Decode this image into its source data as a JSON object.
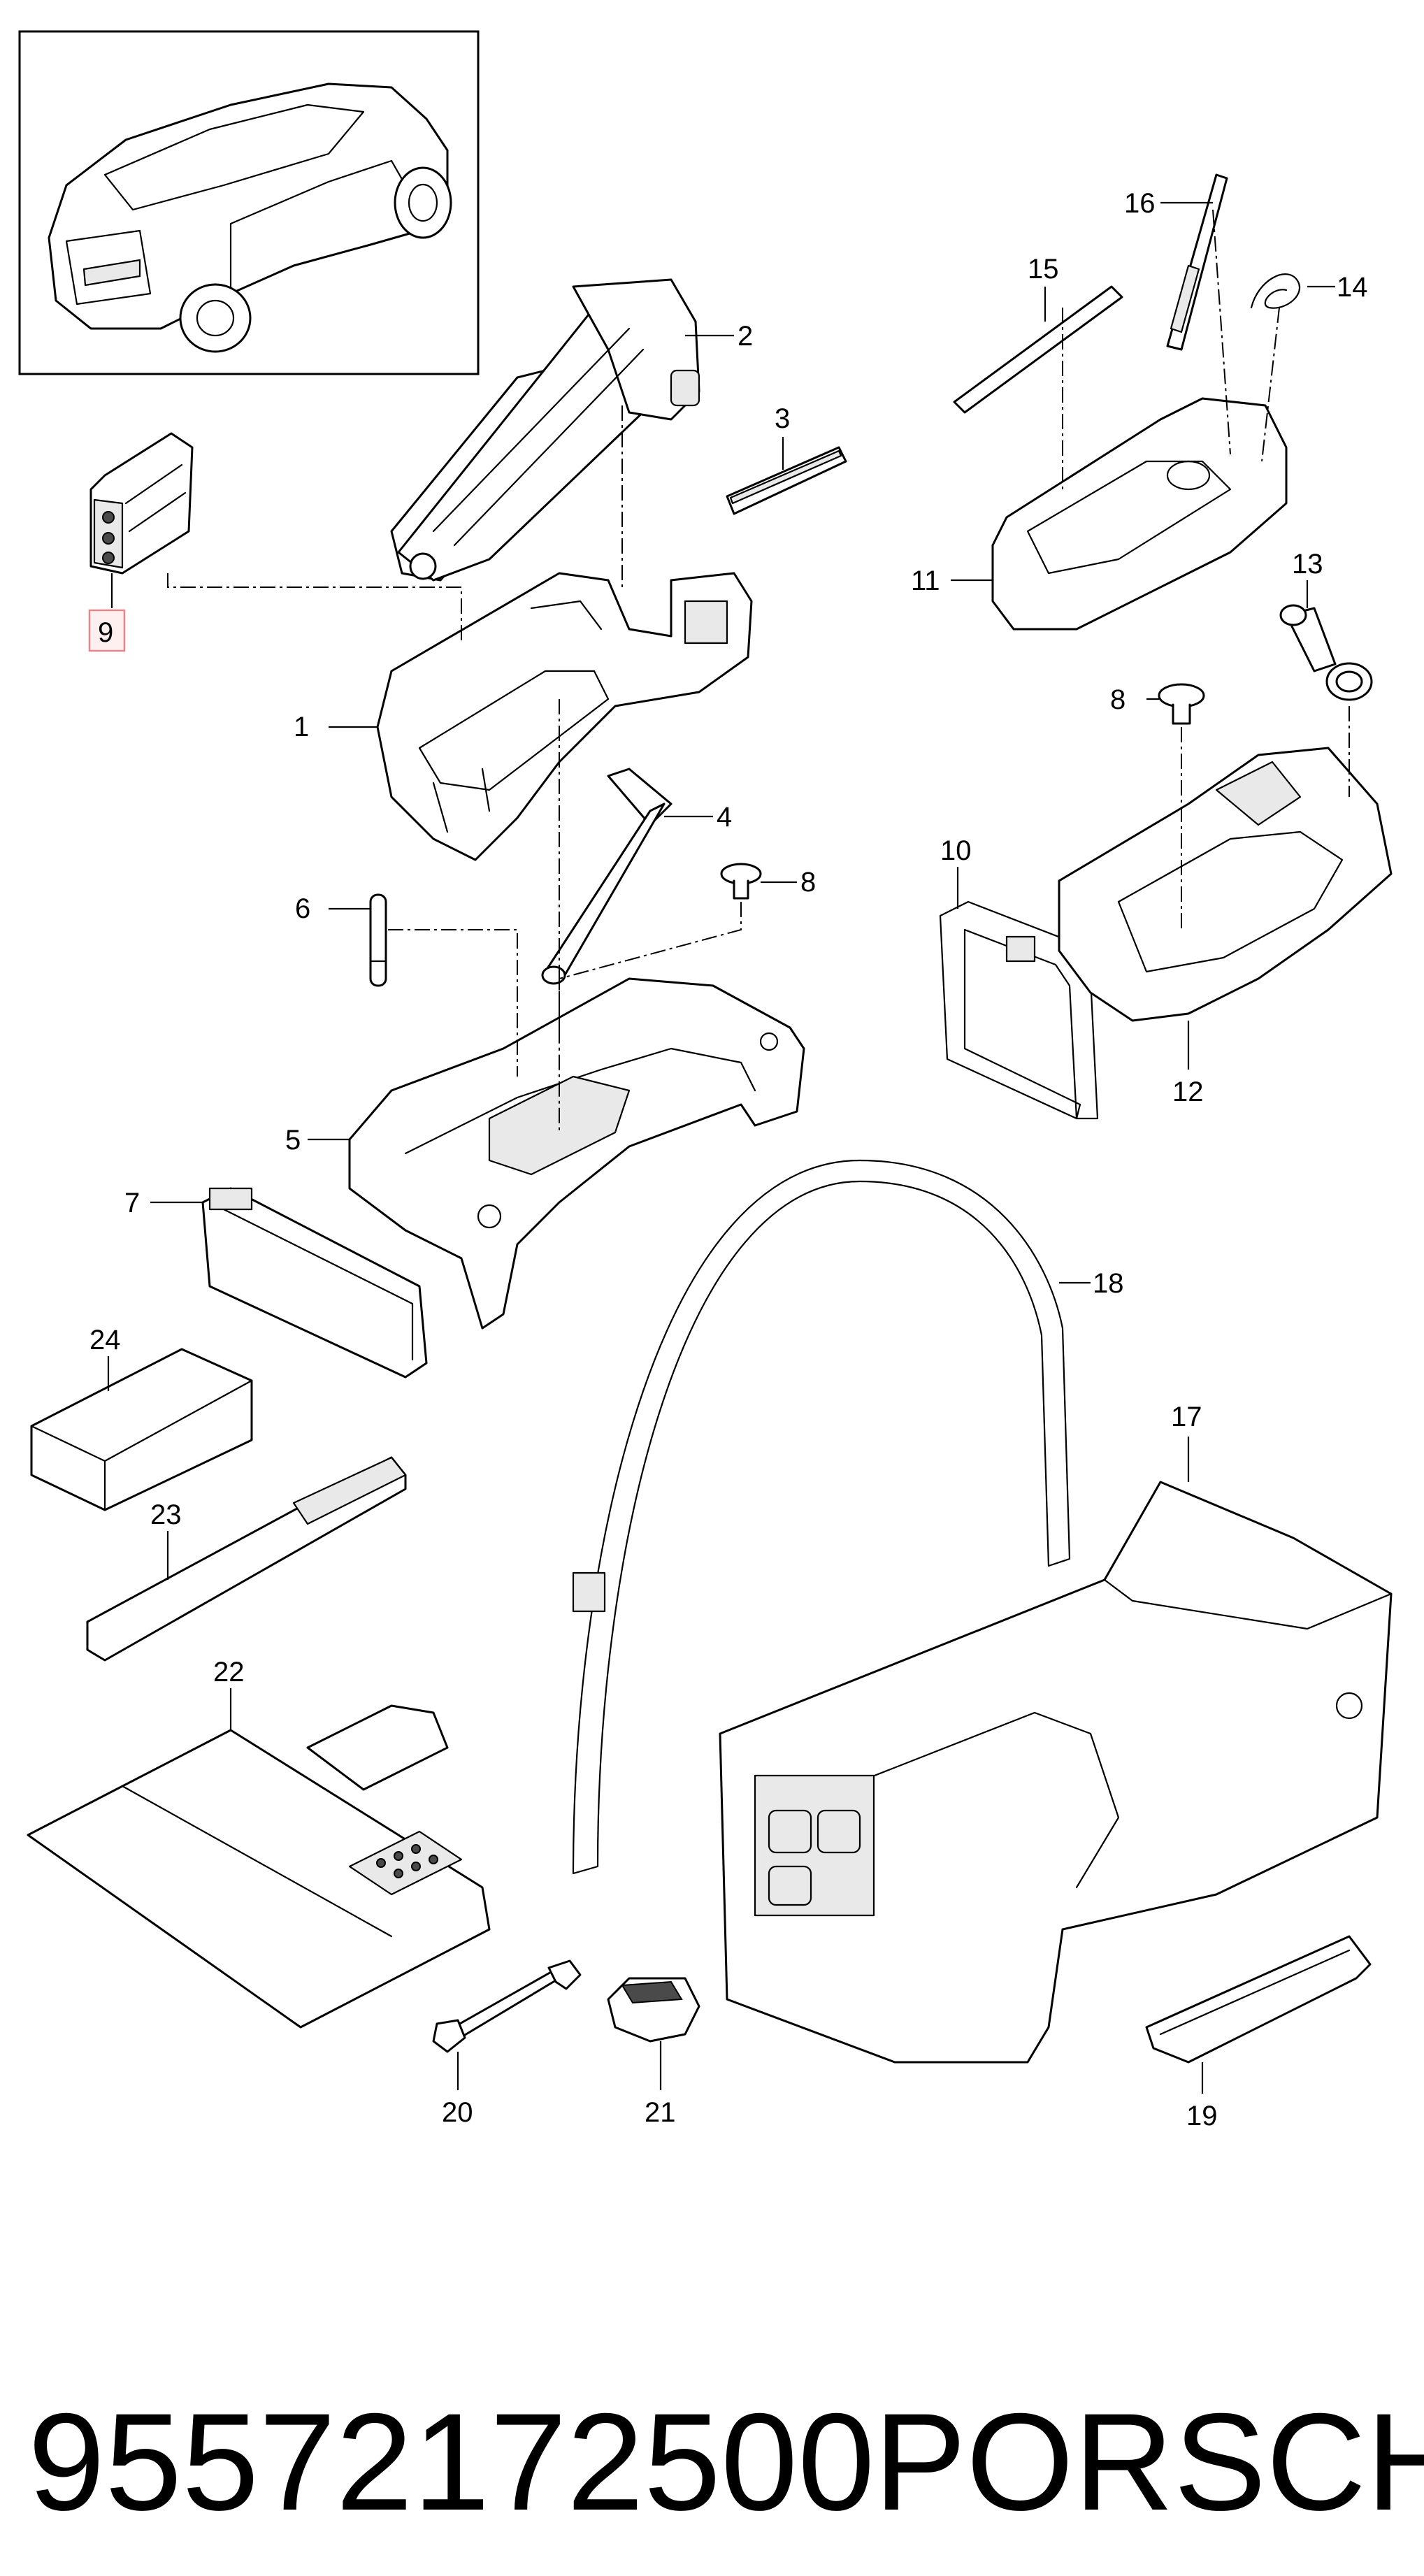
{
  "diagram": {
    "callouts": {
      "c1": "1",
      "c2": "2",
      "c3": "3",
      "c4": "4",
      "c5": "5",
      "c6": "6",
      "c7": "7",
      "c8a": "8",
      "c8b": "8",
      "c9": "9",
      "c10": "10",
      "c11": "11",
      "c12": "12",
      "c13": "13",
      "c14": "14",
      "c15": "15",
      "c16": "16",
      "c17": "17",
      "c18": "18",
      "c19": "19",
      "c20": "20",
      "c21": "21",
      "c22": "22",
      "c23": "23",
      "c24": "24"
    },
    "highlighted_callout": "9",
    "highlight_color": "#e8868c"
  },
  "footer": {
    "part_number": "95572172500",
    "brand": "PORSCHE"
  }
}
